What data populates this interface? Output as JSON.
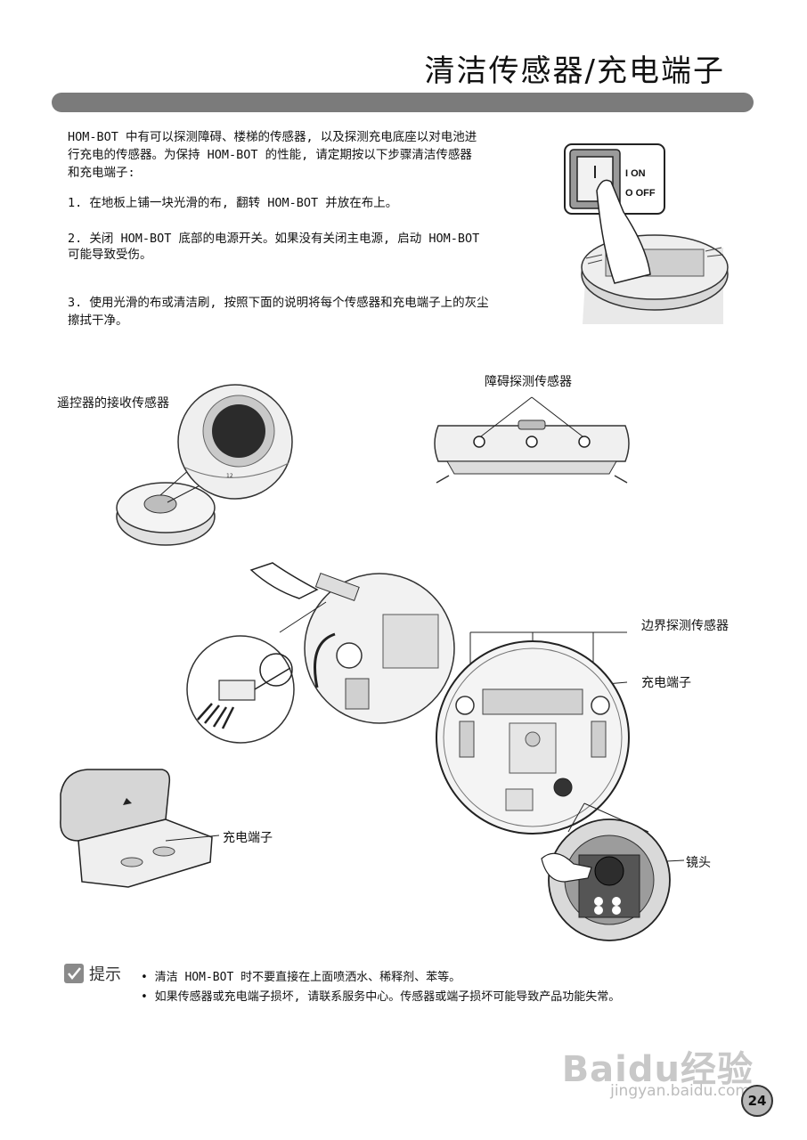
{
  "header": {
    "title": "清洁传感器/充电端子"
  },
  "intro": {
    "line1": "HOM-BOT 中有可以探测障碍、楼梯的传感器, 以及探测充电底座以对电池进",
    "line2": "行充电的传感器。为保持 HOM-BOT 的性能, 请定期按以下步骤清洁传感器",
    "line3": "和充电端子:"
  },
  "steps": [
    {
      "line1": "1. 在地板上铺一块光滑的布, 翻转 HOM-BOT 并放在布上。",
      "line2": ""
    },
    {
      "line1": "2. 关闭 HOM-BOT 底部的电源开关。如果没有关闭主电源, 启动 HOM-BOT",
      "line2": "   可能导致受伤。"
    },
    {
      "line1": "3. 使用光滑的布或清洁刷, 按照下面的说明将每个传感器和充电端子上的灰尘",
      "line2": "   擦拭干净。"
    }
  ],
  "switch_figure": {
    "on_label": "I ON",
    "off_label": "O OFF"
  },
  "labels": {
    "remote_sensor": "遥控器的接收传感器",
    "obstacle_sensor": "障碍探测传感器",
    "edge_sensor": "边界探测传感器",
    "charging_terminal_robot": "充电端子",
    "charging_terminal_dock": "充电端子",
    "lens": "镜头"
  },
  "tip": {
    "heading": "提示",
    "items": [
      "• 清洁 HOM-BOT 时不要直接在上面喷洒水、稀释剂、苯等。",
      "• 如果传感器或充电端子损坏, 请联系服务中心。传感器或端子损坏可能导致产品功能失常。"
    ]
  },
  "watermark": {
    "brand": "Baidu经验",
    "url": "jingyan.baidu.com"
  },
  "page_number": "24",
  "icons": [
    "check-icon",
    "power-switch-icon",
    "hand-icon",
    "brush-icon"
  ]
}
